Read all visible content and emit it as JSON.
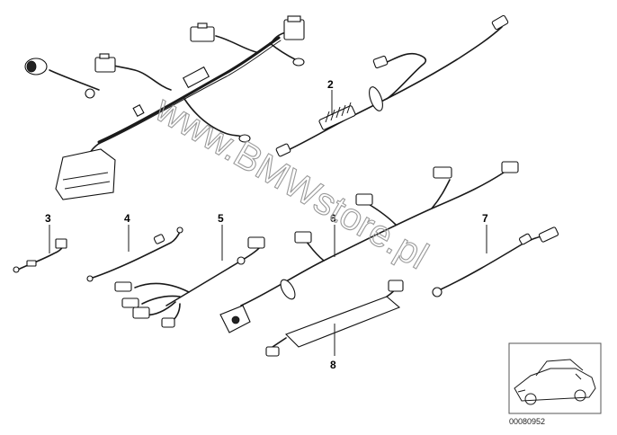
{
  "callouts": {
    "c2": "2",
    "c3": "3",
    "c4": "4",
    "c5": "5",
    "c6": "6",
    "c7": "7",
    "c8": "8"
  },
  "watermark": "www.BMWstore.pl",
  "diagram_number": "00080952"
}
